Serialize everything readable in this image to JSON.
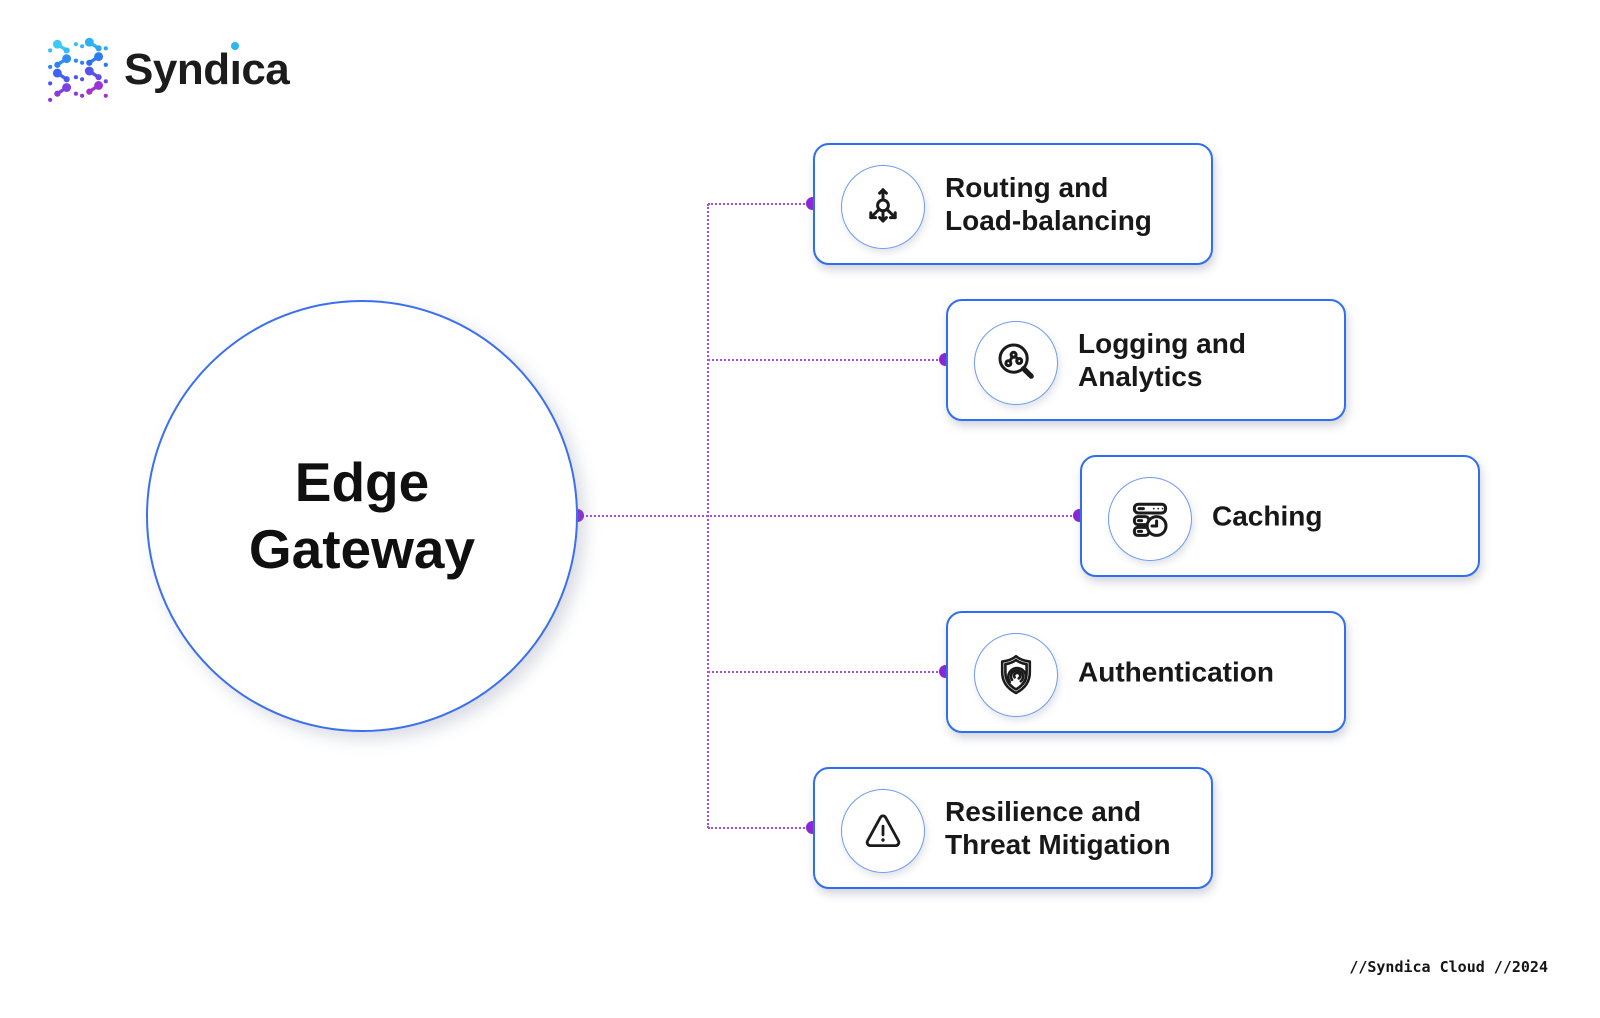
{
  "brand": {
    "name": "Syndica",
    "wordmark_pre": "Synd",
    "wordmark_i_glyph": "ı",
    "wordmark_post": "ca",
    "i_dot_color": "#29b6f6"
  },
  "hub": {
    "label": "Edge Gateway",
    "line1": "Edge",
    "line2": "Gateway"
  },
  "nodes": [
    {
      "id": "routing",
      "label": "Routing and Load-balancing",
      "line1": "Routing and",
      "line2": "Load-balancing",
      "icon": "route-split-icon"
    },
    {
      "id": "logging",
      "label": "Logging and Analytics",
      "line1": "Logging and",
      "line2": "Analytics",
      "icon": "magnifier-analytics-icon"
    },
    {
      "id": "caching",
      "label": "Caching",
      "line1": "Caching",
      "line2": "",
      "icon": "server-clock-icon"
    },
    {
      "id": "auth",
      "label": "Authentication",
      "line1": "Authentication",
      "line2": "",
      "icon": "shield-fingerprint-icon"
    },
    {
      "id": "resilience",
      "label": "Resilience and Threat Mitigation",
      "line1": "Resilience and",
      "line2": "Threat Mitigation",
      "icon": "warning-triangle-icon"
    }
  ],
  "footer": {
    "credit": "//Syndica Cloud //2024"
  },
  "colors": {
    "box_border": "#2f6df5",
    "icon_circle_border": "#6e9af4",
    "hub_border": "#3b6ff1",
    "connector_line": "#a44fe2",
    "connector_dot": "#8b24d6",
    "text": "#181818",
    "logo_top": "#3dc9f6",
    "logo_bottom": "#9a34d3"
  }
}
